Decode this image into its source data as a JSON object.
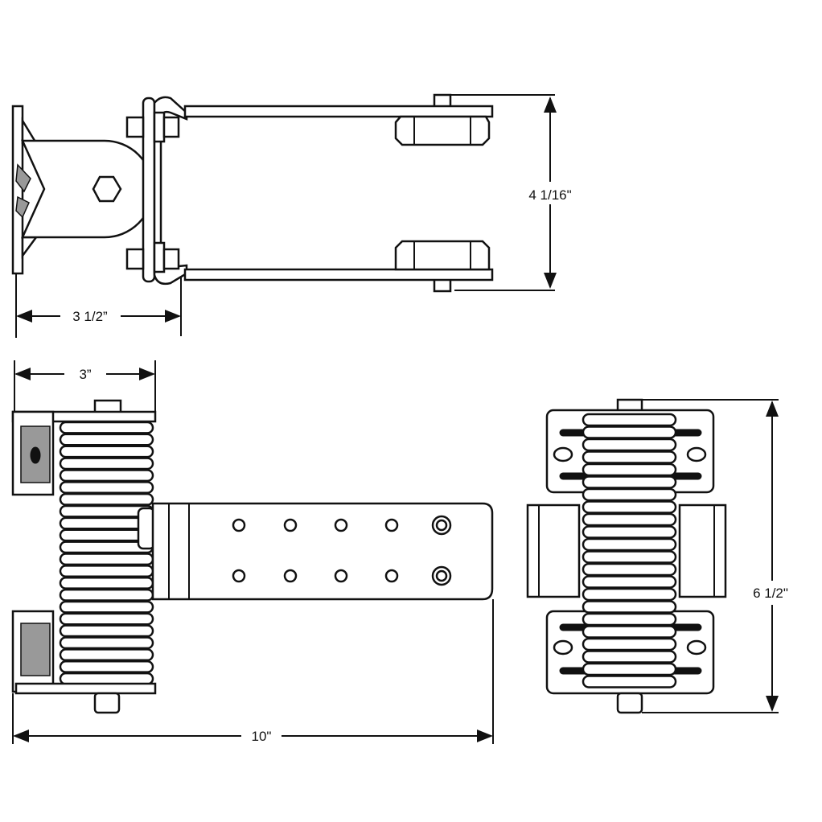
{
  "title": "Spring bracket dimension drawing",
  "dimensions": {
    "top_height": "4 1/16\"",
    "top_depth": "3 1/2”",
    "side_width": "3”",
    "overall_length": "10\"",
    "end_height": "6 1/2\""
  },
  "colors": {
    "line": "#111111",
    "background": "#ffffff"
  }
}
